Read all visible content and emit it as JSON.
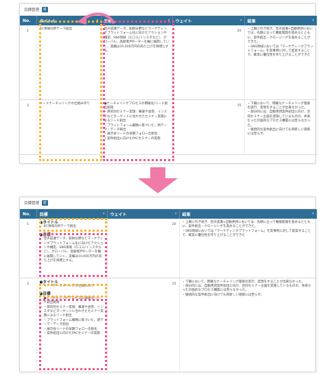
{
  "panel_title": "目標管理",
  "panel_badge": "旭",
  "before": {
    "headers": {
      "no": "No.",
      "title": "タイトル",
      "goal": "目標",
      "weight": "ウェイト",
      "result": "結果"
    },
    "rows": [
      {
        "no": "1",
        "title": "BC領域の新テーマ創出",
        "goal": "音声認識データ、知財分野などマーケティングプラットフォーム化に向けたアクションや構定、SNS領域（ロコミ/インスタなど）、グローバル、高齢者戸Rーターを軸に展開していく。実績は10,000万円の売り上げを目標とする。",
        "weight": "20",
        "result": "・上期に引き続き、音声認識×自動更新においては、先頭に立って機能開発を進めるとともに、案件創出・クロージングを進めることができた。\n・SNS領域においては「マーケティングプラットフォーム」を実事例に対して提案することで、確実に優位性を作り上げることができた"
      },
      {
        "no": "2",
        "title": "リードナーチャリングの仕組み作り",
        "goal": "●ナーチャリングプロセスの明確化/リード創出施策\n・目的別セミナー実施：幕違や並巻、インスタなどターゲットに合わせたセミナー実施によるリード創出\n・プラットフォーム戦略に基づいた、新テーマ・データ創出\n・展示会リードの早期フォロー仕組化\n・案件創出に向けたPACセミナーの実施",
        "weight": "15",
        "result": "・下期において、明確なナーチャリング施策の実行、実現をすることが出来なかった。\n・部分的には、自動更新案件創出に向け、合同セミナー企画を実施しているものの、体系だった計画的なプロセス構築には至らなかった。\n・継続的な案件創出に向けても目新しい施策には至らず。"
      }
    ]
  },
  "after": {
    "headers": {
      "no": "No.",
      "goal": "目標",
      "weight": "ウェイト",
      "result": "結果"
    },
    "rows": [
      {
        "no": "1",
        "title_label": "●タイトル",
        "title": "BC領域の新テーマ創出",
        "goal_label": "●目標",
        "goal": "音声認識データ、知財分野などマーケティングプラットフォーム化に向けたアクションや構定、SNS領域（ロコミ/インスタなど）、グローバル、高齢者戸Rーターを軸に展開していく。実績は10,000万円の売り上げを目標とする。",
        "weight": "20",
        "result": "・上期に引き続き、音声認識×自動更新においては、先頭に立って機能開発を進めるとともに、案件創出・クロージングを進めることができた。\n・SNS領域においては「マーケティングプラットフォーム」を実事例に対して提案することで、確実に優位性を作り上げることができた"
      },
      {
        "no": "2",
        "title_label": "●タイトル",
        "title": "リードナーチャリングの仕組み作り",
        "goal_label": "●目標",
        "goal": "●ナーチャリングプロセスの明確化/リード創出施策\n・目的別セミナー実施：幕違や並巻、インスタなどターゲットに合わせたセミナー実施によるリード創出\n・プラットフォーム戦略に基づいた、新テーマ・データ創出\n・展示会リードの早期フォロー仕組化\n・案件創出に向けたPACセミナーの実施",
        "weight": "15",
        "result": "・下期において、明確なナーチャリング施策の実行、実現をすることが出来なかった。\n・部分的には、自動更新案件創出に向け、合同セミナー企画を実施しているものの、体系だった計画的なプロセス構築には至らなかった。\n・継続的な案件創出に向けても目新しい施策には至らず。"
      }
    ]
  },
  "colors": {
    "header_blue": "#2e6e96",
    "highlight_yellow": "#f5b52a",
    "highlight_pink": "#f0508c",
    "arrow_pink": "#f07aa8"
  },
  "icons": [
    "chevron-left-icon",
    "curved-arrow-icon",
    "down-arrow-icon"
  ]
}
